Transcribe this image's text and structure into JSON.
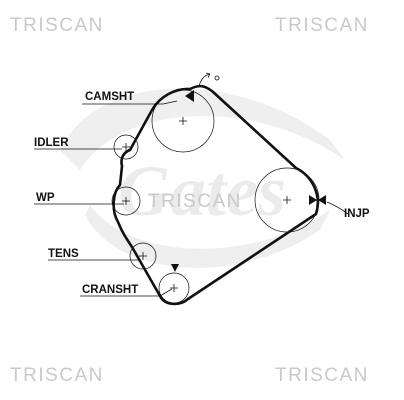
{
  "watermarks": {
    "top_left": "TRISCAN",
    "top_right": "TRISCAN",
    "center": "TRISCAN",
    "bottom_left": "TRISCAN",
    "bottom_right": "TRISCAN",
    "logo_center": "Gates"
  },
  "labels": {
    "camsht": "CAMSHT",
    "idler": "IDLER",
    "wp": "WP",
    "tens": "TENS",
    "cranksht": "CRANSHT",
    "injp": "INJP"
  },
  "colors": {
    "line": "#111111",
    "watermark": "#c9c9c9",
    "background": "#ffffff"
  }
}
